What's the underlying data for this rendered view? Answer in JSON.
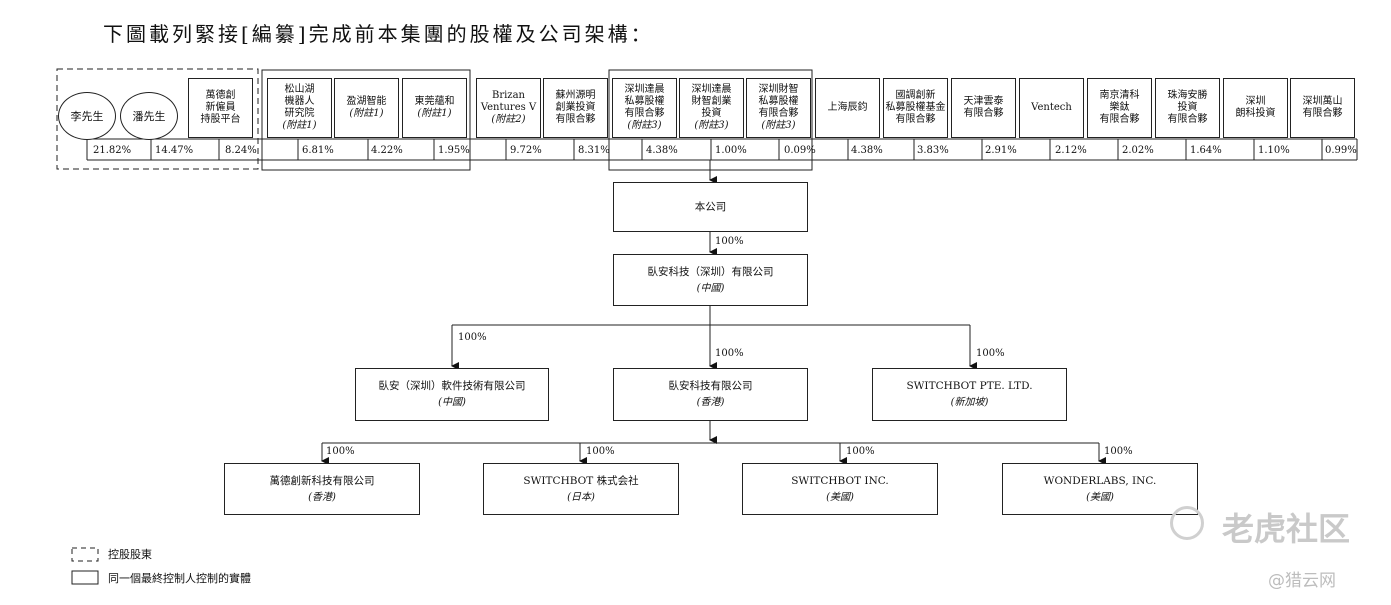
{
  "heading": "下圖載列緊接[編纂]完成前本集團的股權及公司架構：",
  "shareholders": [
    {
      "name": "李先生",
      "note": "",
      "pct": "21.82%",
      "shape": "circle"
    },
    {
      "name": "潘先生",
      "note": "",
      "pct": "14.47%",
      "shape": "circle"
    },
    {
      "name": "萬德創\n新僱員\n持股平台",
      "note": "",
      "pct": "8.24%",
      "shape": "box"
    },
    {
      "name": "松山湖\n機器人\n研究院",
      "note": "(附註1)",
      "pct": "6.81%",
      "shape": "box"
    },
    {
      "name": "盈湖智能",
      "note": "(附註1)",
      "pct": "4.22%",
      "shape": "box"
    },
    {
      "name": "東莞蘊和",
      "note": "(附註1)",
      "pct": "1.95%",
      "shape": "box"
    },
    {
      "name": "Brizan\nVentures V",
      "note": "(附註2)",
      "pct": "9.72%",
      "shape": "box"
    },
    {
      "name": "蘇州源明\n創業投資\n有限合夥",
      "note": "",
      "pct": "8.31%",
      "shape": "box"
    },
    {
      "name": "深圳達晨\n私募股權\n有限合夥",
      "note": "(附註3)",
      "pct": "4.38%",
      "shape": "box"
    },
    {
      "name": "深圳達晨\n財智創業\n投資",
      "note": "(附註3)",
      "pct": "1.00%",
      "shape": "box"
    },
    {
      "name": "深圳財智\n私募股權\n有限合夥",
      "note": "(附註3)",
      "pct": "0.09%",
      "shape": "box"
    },
    {
      "name": "上海辰鈞",
      "note": "",
      "pct": "4.38%",
      "shape": "box"
    },
    {
      "name": "國調創新\n私募股權基金\n有限合夥",
      "note": "",
      "pct": "3.83%",
      "shape": "box"
    },
    {
      "name": "天津雲泰\n有限合夥",
      "note": "",
      "pct": "2.91%",
      "shape": "box"
    },
    {
      "name": "Ventech",
      "note": "",
      "pct": "2.12%",
      "shape": "box"
    },
    {
      "name": "南京清科\n樂鈦\n有限合夥",
      "note": "",
      "pct": "2.02%",
      "shape": "box"
    },
    {
      "name": "珠海安勝\n投資\n有限合夥",
      "note": "",
      "pct": "1.64%",
      "shape": "box"
    },
    {
      "name": "深圳\n朗科投資",
      "note": "",
      "pct": "1.10%",
      "shape": "box"
    },
    {
      "name": "深圳萬山\n有限合夥",
      "note": "",
      "pct": "0.99%",
      "shape": "box"
    }
  ],
  "company": {
    "name": "本公司"
  },
  "pct_to_sz": "100%",
  "sz_company": {
    "name": "臥安科技（深圳）有限公司",
    "loc": "(中國)"
  },
  "level3": [
    {
      "name": "臥安（深圳）軟件技術有限公司",
      "loc": "(中國)",
      "pct": "100%"
    },
    {
      "name": "臥安科技有限公司",
      "loc": "(香港)",
      "pct": "100%"
    },
    {
      "name": "SWITCHBOT PTE. LTD.",
      "loc": "(新加坡)",
      "pct": "100%"
    }
  ],
  "level4": [
    {
      "name": "萬德創新科技有限公司",
      "loc": "(香港)",
      "pct": "100%"
    },
    {
      "name": "SWITCHBOT 株式会社",
      "loc": "(日本)",
      "pct": "100%"
    },
    {
      "name": "SWITCHBOT INC.",
      "loc": "(美國)",
      "pct": "100%"
    },
    {
      "name": "WONDERLABS, INC.",
      "loc": "(美國)",
      "pct": "100%"
    }
  ],
  "legend": {
    "controlling": "控股股東",
    "same_controller": "同一個最終控制人控制的實體"
  },
  "watermark": {
    "main": "老虎社区",
    "sub": "@猎云网"
  }
}
